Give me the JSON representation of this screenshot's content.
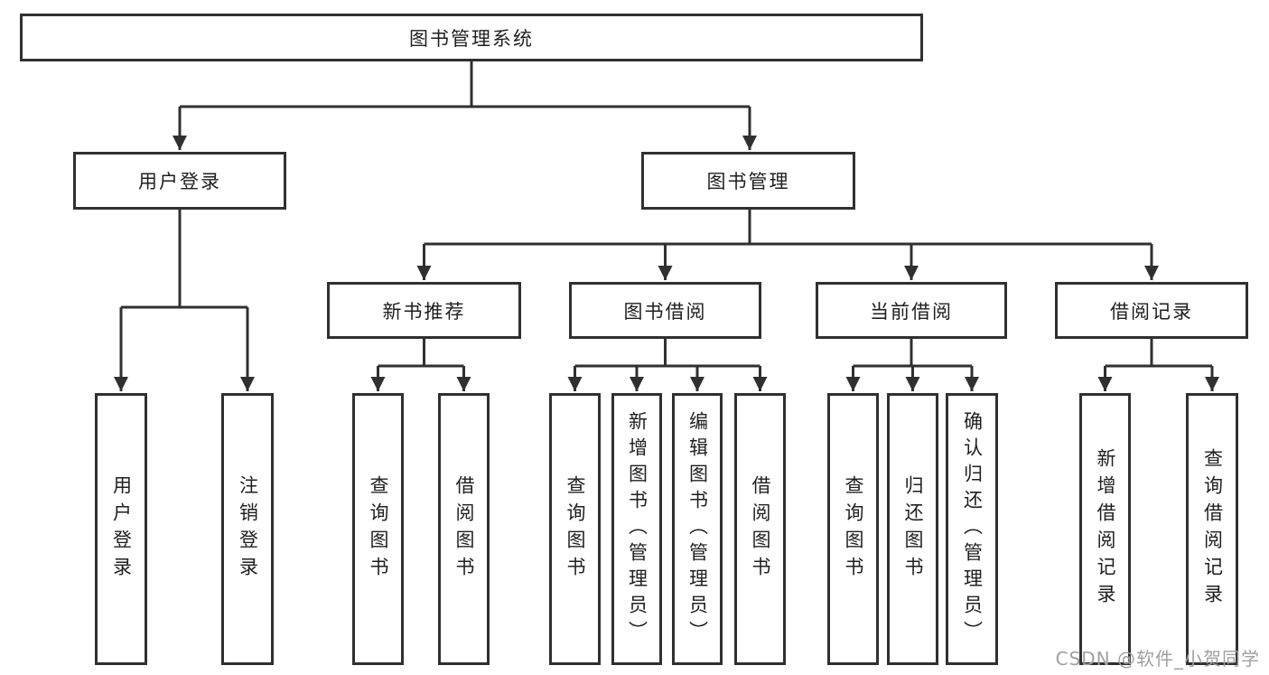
{
  "diagram_title": "图书管理系统",
  "tree": {
    "label": "图书管理系统",
    "children": [
      {
        "label": "用户登录",
        "children": [
          {
            "label": "用户登录"
          },
          {
            "label": "注销登录"
          }
        ]
      },
      {
        "label": "图书管理",
        "children": [
          {
            "label": "新书推荐",
            "children": [
              {
                "label": "查询图书"
              },
              {
                "label": "借阅图书"
              }
            ]
          },
          {
            "label": "图书借阅",
            "children": [
              {
                "label": "查询图书"
              },
              {
                "label": "新增图书（管理员）"
              },
              {
                "label": "编辑图书（管理员）"
              },
              {
                "label": "借阅图书"
              }
            ]
          },
          {
            "label": "当前借阅",
            "children": [
              {
                "label": "查询图书"
              },
              {
                "label": "归还图书"
              },
              {
                "label": "确认归还（管理员）"
              }
            ]
          },
          {
            "label": "借阅记录",
            "children": [
              {
                "label": "新增借阅记录"
              },
              {
                "label": "查询借阅记录"
              }
            ]
          }
        ]
      }
    ]
  },
  "watermark": "CSDN @软件_小贺同学",
  "colors": {
    "line": "#303030",
    "box_border": "#303030",
    "text": "#1f1f1f",
    "watermark": "#a0a0a0",
    "background": "#ffffff"
  }
}
